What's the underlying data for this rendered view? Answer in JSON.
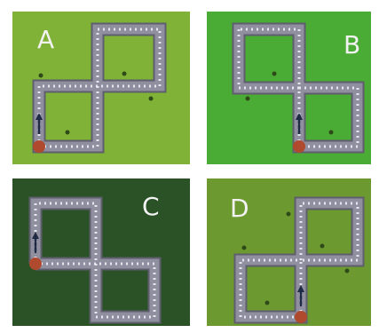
{
  "panels": [
    {
      "label": "A",
      "background": "#7fb236"
    },
    {
      "label": "B",
      "background": "#4aab35"
    },
    {
      "label": "C",
      "background": "#2a5226"
    },
    {
      "label": "D",
      "background": "#6d9a30"
    }
  ],
  "colors": {
    "track": "#8f8f9f",
    "track_edge": "#5e5e6c",
    "track_dots": "#e6e6ee",
    "start_marker": "#b04a2e",
    "arrow": "#1f2a44",
    "dot": "#2e4a18"
  },
  "icons": {
    "start": "start-marker-icon",
    "arrow": "up-arrow-icon",
    "dot": "dot-icon"
  }
}
